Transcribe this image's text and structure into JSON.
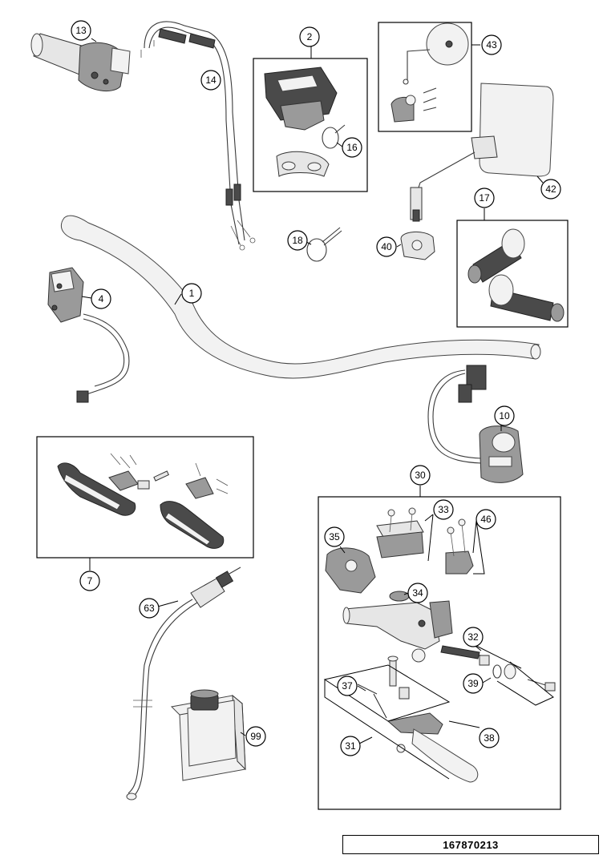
{
  "drawing_number": "167870213",
  "parts": [
    {
      "id": "p1",
      "label": "1"
    },
    {
      "id": "p2",
      "label": "2"
    },
    {
      "id": "p4",
      "label": "4"
    },
    {
      "id": "p7",
      "label": "7"
    },
    {
      "id": "p10",
      "label": "10"
    },
    {
      "id": "p13",
      "label": "13"
    },
    {
      "id": "p14",
      "label": "14"
    },
    {
      "id": "p16",
      "label": "16"
    },
    {
      "id": "p17",
      "label": "17"
    },
    {
      "id": "p18",
      "label": "18"
    },
    {
      "id": "p30",
      "label": "30"
    },
    {
      "id": "p31",
      "label": "31"
    },
    {
      "id": "p32",
      "label": "32"
    },
    {
      "id": "p33",
      "label": "33"
    },
    {
      "id": "p34",
      "label": "34"
    },
    {
      "id": "p35",
      "label": "35"
    },
    {
      "id": "p37",
      "label": "37"
    },
    {
      "id": "p38",
      "label": "38"
    },
    {
      "id": "p39",
      "label": "39"
    },
    {
      "id": "p40",
      "label": "40"
    },
    {
      "id": "p42",
      "label": "42"
    },
    {
      "id": "p43",
      "label": "43"
    },
    {
      "id": "p46",
      "label": "46"
    },
    {
      "id": "p63",
      "label": "63"
    },
    {
      "id": "p99",
      "label": "99"
    }
  ]
}
